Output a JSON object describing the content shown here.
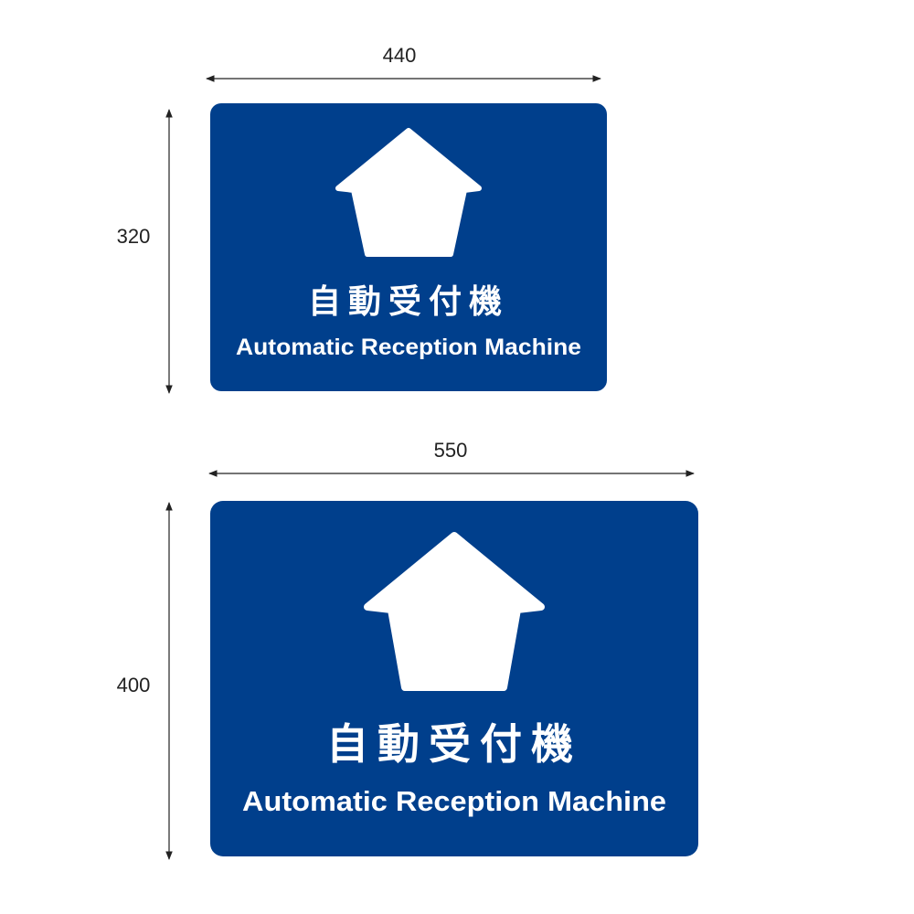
{
  "colors": {
    "sign_blue": "#003f8c",
    "text": "#ffffff",
    "dimension_line": "#222222"
  },
  "signs": [
    {
      "width_label": "440",
      "height_label": "320",
      "icon": "up-arrow-icon",
      "title_ja": "自動受付機",
      "title_en": "Automatic Reception Machine"
    },
    {
      "width_label": "550",
      "height_label": "400",
      "icon": "up-arrow-icon",
      "title_ja": "自動受付機",
      "title_en": "Automatic Reception Machine"
    }
  ]
}
